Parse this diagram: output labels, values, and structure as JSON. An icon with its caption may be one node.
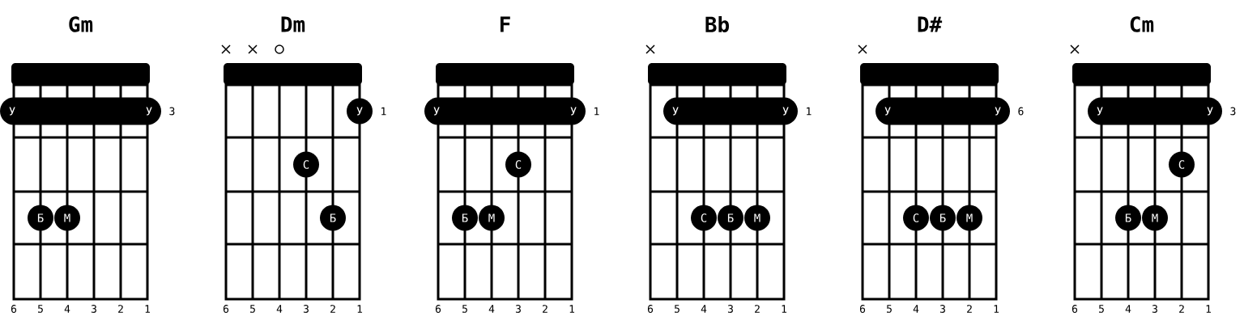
{
  "diagram": {
    "nodes": [
      {
        "text": [
          "Gm"
        ]
      },
      {
        "text": [
          "У",
          "У"
        ],
        "in": 0,
        "beside": [
          "3"
        ]
      },
      {
        "text": [
          "Б"
        ],
        "in": 0
      },
      {
        "text": [
          "М"
        ],
        "in": 0
      },
      {
        "text": [
          "Dm"
        ]
      },
      {
        "text": [
          "У"
        ],
        "in": 4,
        "beside": [
          "1"
        ]
      },
      {
        "text": [
          "С"
        ],
        "in": 4
      },
      {
        "text": [
          "Б"
        ],
        "in": 4
      },
      {
        "text": [
          "F"
        ]
      },
      {
        "text": [
          "У",
          "У"
        ],
        "in": 8,
        "beside": [
          "1"
        ]
      },
      {
        "text": [
          "С"
        ],
        "in": 8
      },
      {
        "text": [
          "Б"
        ],
        "in": 8
      },
      {
        "text": [
          "М"
        ],
        "in": 8
      },
      {
        "text": [
          "Bb"
        ]
      },
      {
        "text": [
          "У",
          "У"
        ],
        "in": 13,
        "beside": [
          "1"
        ]
      },
      {
        "text": [
          "С"
        ],
        "in": 13
      },
      {
        "text": [
          "Б"
        ],
        "in": 13
      },
      {
        "text": [
          "М"
        ],
        "in": 13
      },
      {
        "text": [
          "D#"
        ]
      },
      {
        "text": [
          "У",
          "У"
        ],
        "in": 18,
        "beside": [
          "6"
        ]
      },
      {
        "text": [
          "С"
        ],
        "in": 18
      },
      {
        "text": [
          "Б"
        ],
        "in": 18
      },
      {
        "text": [
          "М"
        ],
        "in": 18
      },
      {
        "text": [
          "Cm"
        ]
      },
      {
        "text": [
          "У",
          "У"
        ],
        "in": 23,
        "beside": [
          "3"
        ]
      },
      {
        "text": [
          "С"
        ],
        "in": 23
      },
      {
        "text": [
          "Б"
        ],
        "in": 23
      },
      {
        "text": [
          "М"
        ],
        "in": 23
      }
    ],
    "labels": [
      "6",
      "5",
      "4",
      "3",
      "2",
      "1",
      "6",
      "5",
      "4",
      "3",
      "2",
      "1",
      "6",
      "5",
      "4",
      "3",
      "2",
      "1",
      "6",
      "5",
      "4",
      "3",
      "2",
      "1",
      "6",
      "5",
      "4",
      "3",
      "2",
      "1",
      "6",
      "5",
      "4",
      "3",
      "2",
      "1"
    ]
  }
}
